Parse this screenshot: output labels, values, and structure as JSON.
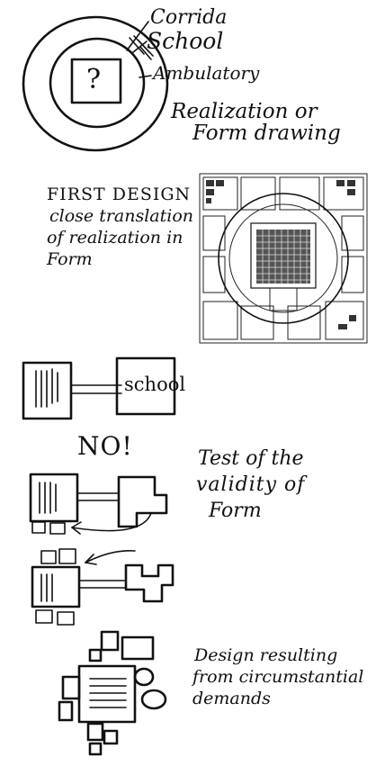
{
  "realization": {
    "labels": [
      "Corrida",
      "School",
      "Ambulatory"
    ],
    "question_mark": "?",
    "caption": [
      "Realization or",
      "Form drawing"
    ]
  },
  "first_design": {
    "caption": [
      "FIRST DESIGN",
      "close translation",
      "of realization in",
      "Form"
    ]
  },
  "test": {
    "school_label": "school",
    "no_label": "NO!",
    "caption": [
      "Test of the",
      "validity of",
      "Form"
    ]
  },
  "final": {
    "caption": [
      "Design resulting",
      "from circumstantial",
      "demands"
    ]
  }
}
